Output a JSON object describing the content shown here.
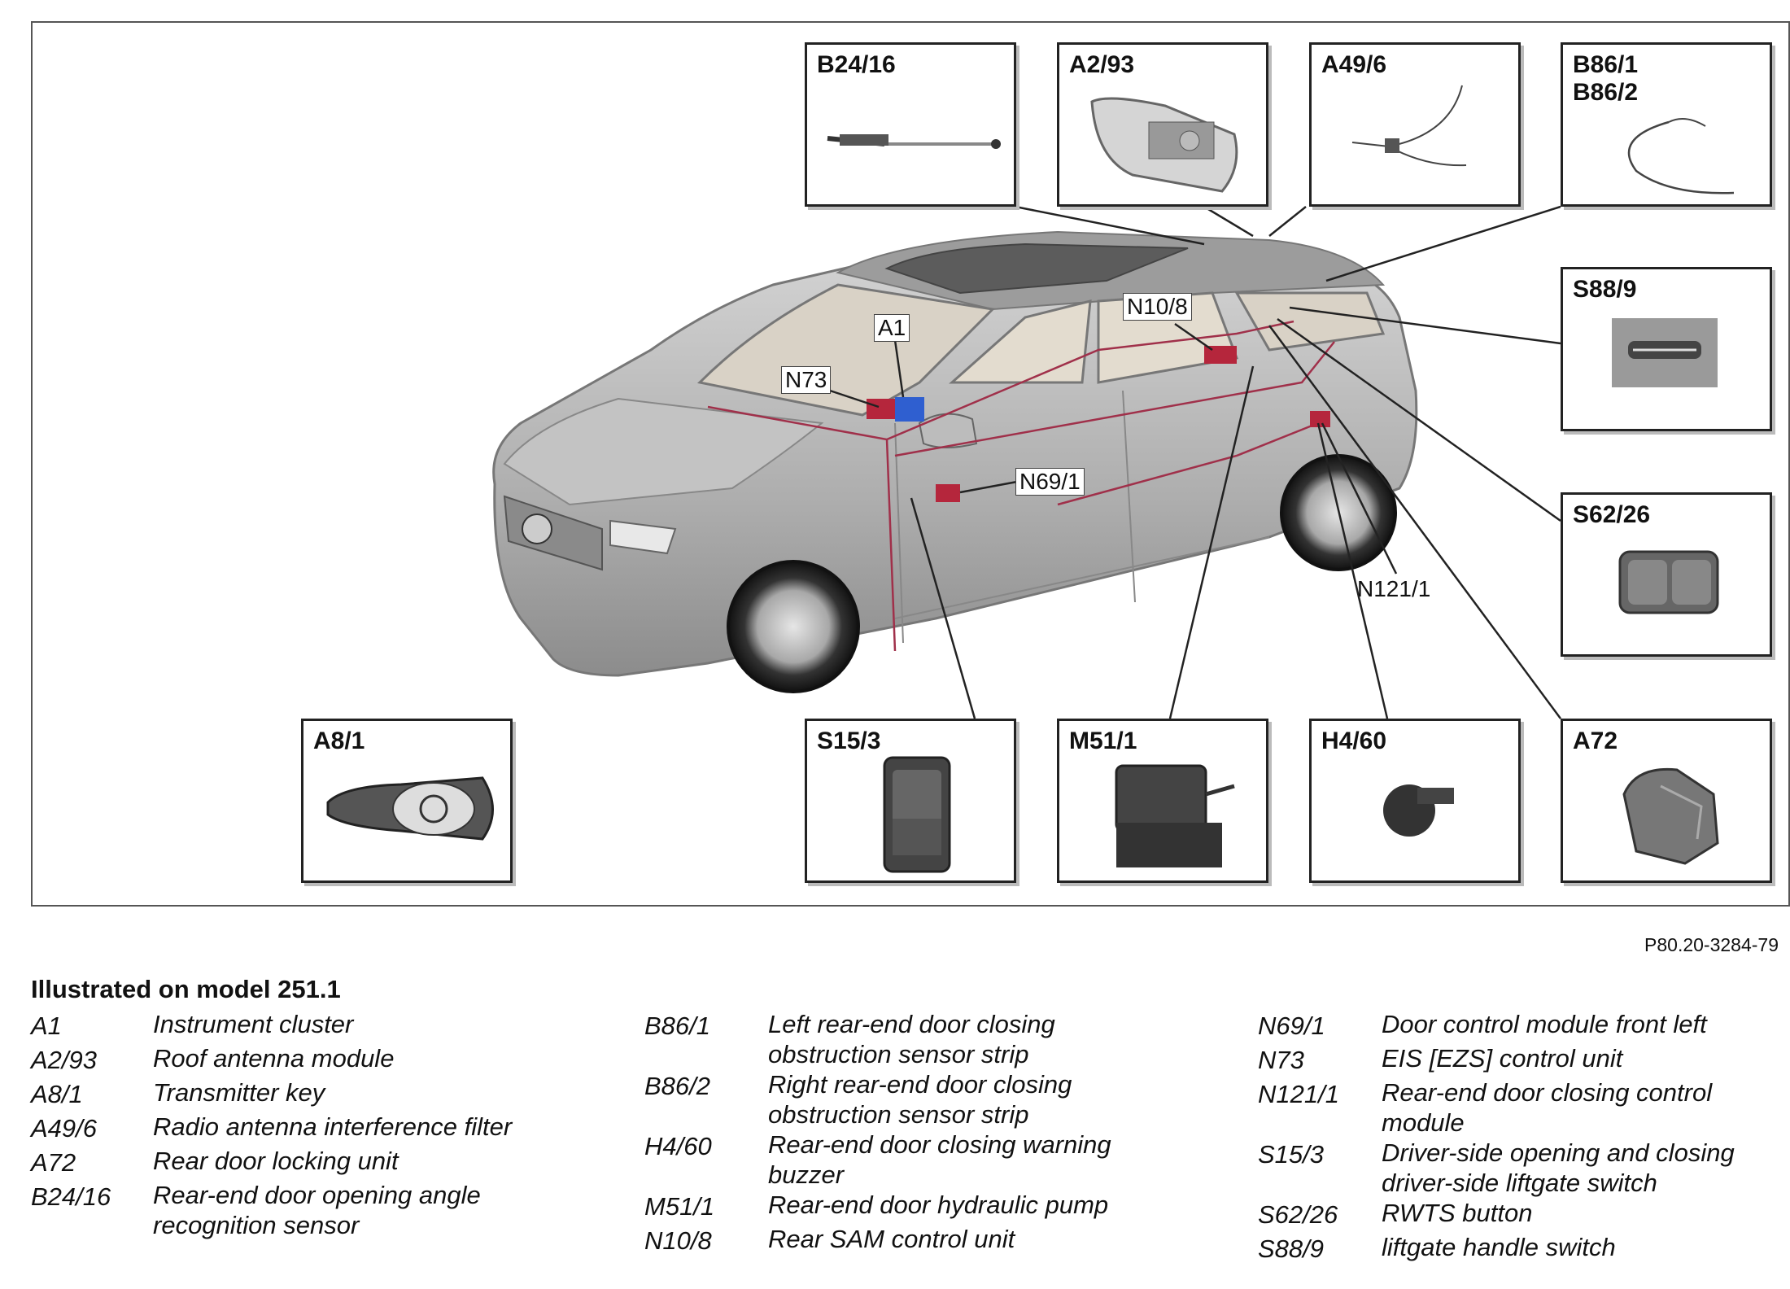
{
  "reference": "P80.20-3284-79",
  "legend_title": "Illustrated on model 251.1",
  "component_boxes": {
    "B24_16": "B24/16",
    "A2_93": "A2/93",
    "A49_6": "A49/6",
    "B86": "B86/1\nB86/2",
    "S88_9": "S88/9",
    "S62_26": "S62/26",
    "A8_1": "A8/1",
    "S15_3": "S15/3",
    "M51_1": "M51/1",
    "H4_60": "H4/60",
    "A72": "A72"
  },
  "callouts": {
    "A1": "A1",
    "N73": "N73",
    "N10_8": "N10/8",
    "N69_1": "N69/1",
    "N121_1": "N121/1"
  },
  "legend": [
    [
      {
        "code": "A1",
        "desc": "Instrument cluster"
      },
      {
        "code": "A2/93",
        "desc": "Roof antenna module"
      },
      {
        "code": "A8/1",
        "desc": "Transmitter key"
      },
      {
        "code": "A49/6",
        "desc": "Radio antenna interference filter"
      },
      {
        "code": "A72",
        "desc": "Rear door locking unit"
      },
      {
        "code": "B24/16",
        "desc": "Rear-end door opening angle\nrecognition sensor"
      }
    ],
    [
      {
        "code": "B86/1",
        "desc": "Left rear-end door closing\nobstruction sensor strip"
      },
      {
        "code": "B86/2",
        "desc": "Right rear-end door closing\nobstruction sensor strip"
      },
      {
        "code": "H4/60",
        "desc": "Rear-end door closing warning\nbuzzer"
      },
      {
        "code": "M51/1",
        "desc": "Rear-end door hydraulic pump"
      },
      {
        "code": "N10/8",
        "desc": "Rear SAM control unit"
      }
    ],
    [
      {
        "code": "N69/1",
        "desc": "Door control module front left"
      },
      {
        "code": "N73",
        "desc": "EIS [EZS] control unit"
      },
      {
        "code": "N121/1",
        "desc": "Rear-end door closing control\nmodule"
      },
      {
        "code": "S15/3",
        "desc": "Driver-side opening and closing\ndriver-side liftgate switch"
      },
      {
        "code": "S62/26",
        "desc": "RWTS button"
      },
      {
        "code": "S88/9",
        "desc": "liftgate handle switch"
      }
    ]
  ],
  "colors": {
    "car_body": "#b9b9b9",
    "wiring": "#a0304a",
    "component_red": "#b5263c",
    "component_blue": "#2f5fd0"
  }
}
